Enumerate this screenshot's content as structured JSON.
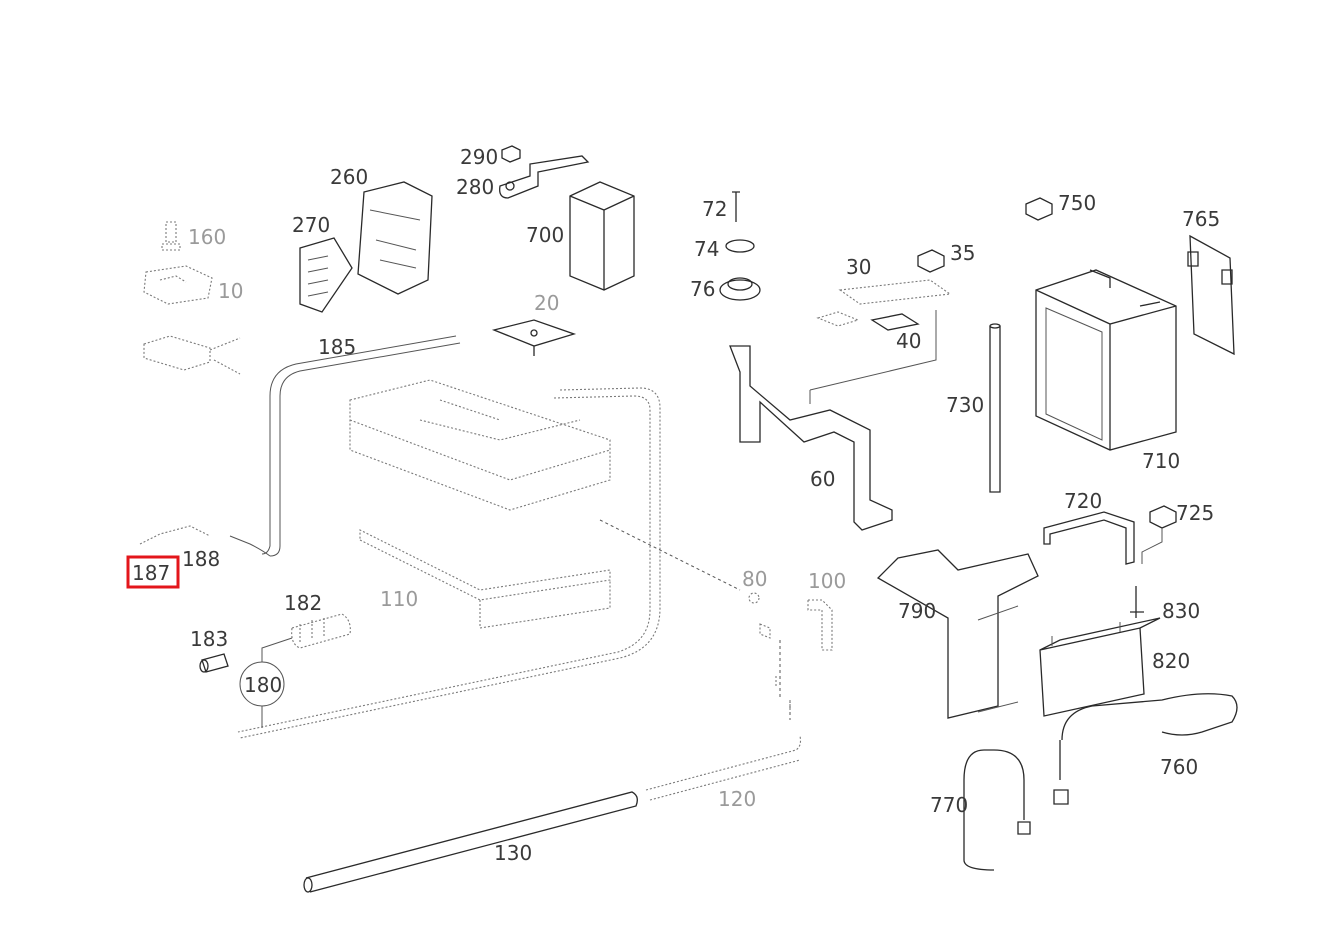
{
  "highlight": {
    "label": "187",
    "color": "#e3161b"
  },
  "parts": {
    "p187": "187",
    "p188": "188",
    "p185": "185",
    "p160": "160",
    "p10": "10",
    "p270": "270",
    "p260": "260",
    "p280": "280",
    "p290": "290",
    "p700": "700",
    "p20": "20",
    "p72": "72",
    "p74": "74",
    "p76": "76",
    "p30": "30",
    "p35": "35",
    "p40": "40",
    "p60": "60",
    "p750": "750",
    "p765": "765",
    "p730": "730",
    "p710": "710",
    "p720": "720",
    "p725": "725",
    "p790": "790",
    "p830": "830",
    "p820": "820",
    "p760": "760",
    "p770": "770",
    "p182": "182",
    "p183": "183",
    "p180": "180",
    "p130": "130",
    "p120": "120",
    "p80": "80",
    "p100": "100",
    "p110": "110"
  }
}
